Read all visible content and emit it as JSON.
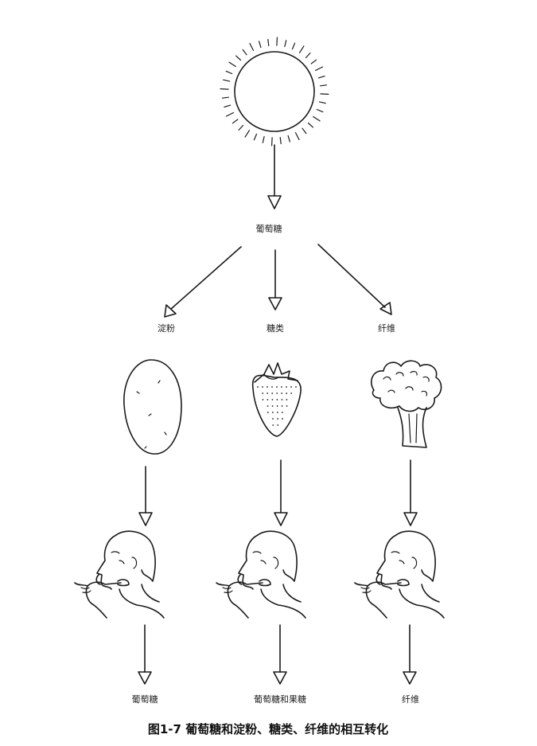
{
  "center": {
    "label": "葡萄糖"
  },
  "branches": [
    {
      "id": "starch",
      "category_label": "淀粉",
      "food": "potato",
      "result_label": "葡萄糖"
    },
    {
      "id": "sugar",
      "category_label": "糖类",
      "food": "strawberry",
      "result_label": "葡萄糖和果糖"
    },
    {
      "id": "fiber",
      "category_label": "纤维",
      "food": "broccoli",
      "result_label": "纤维"
    }
  ],
  "caption": "图1-7 葡萄糖和淀粉、糖类、纤维的相互转化",
  "icons": [
    "sun-icon",
    "potato-icon",
    "strawberry-icon",
    "broccoli-icon",
    "person-eating-icon"
  ]
}
